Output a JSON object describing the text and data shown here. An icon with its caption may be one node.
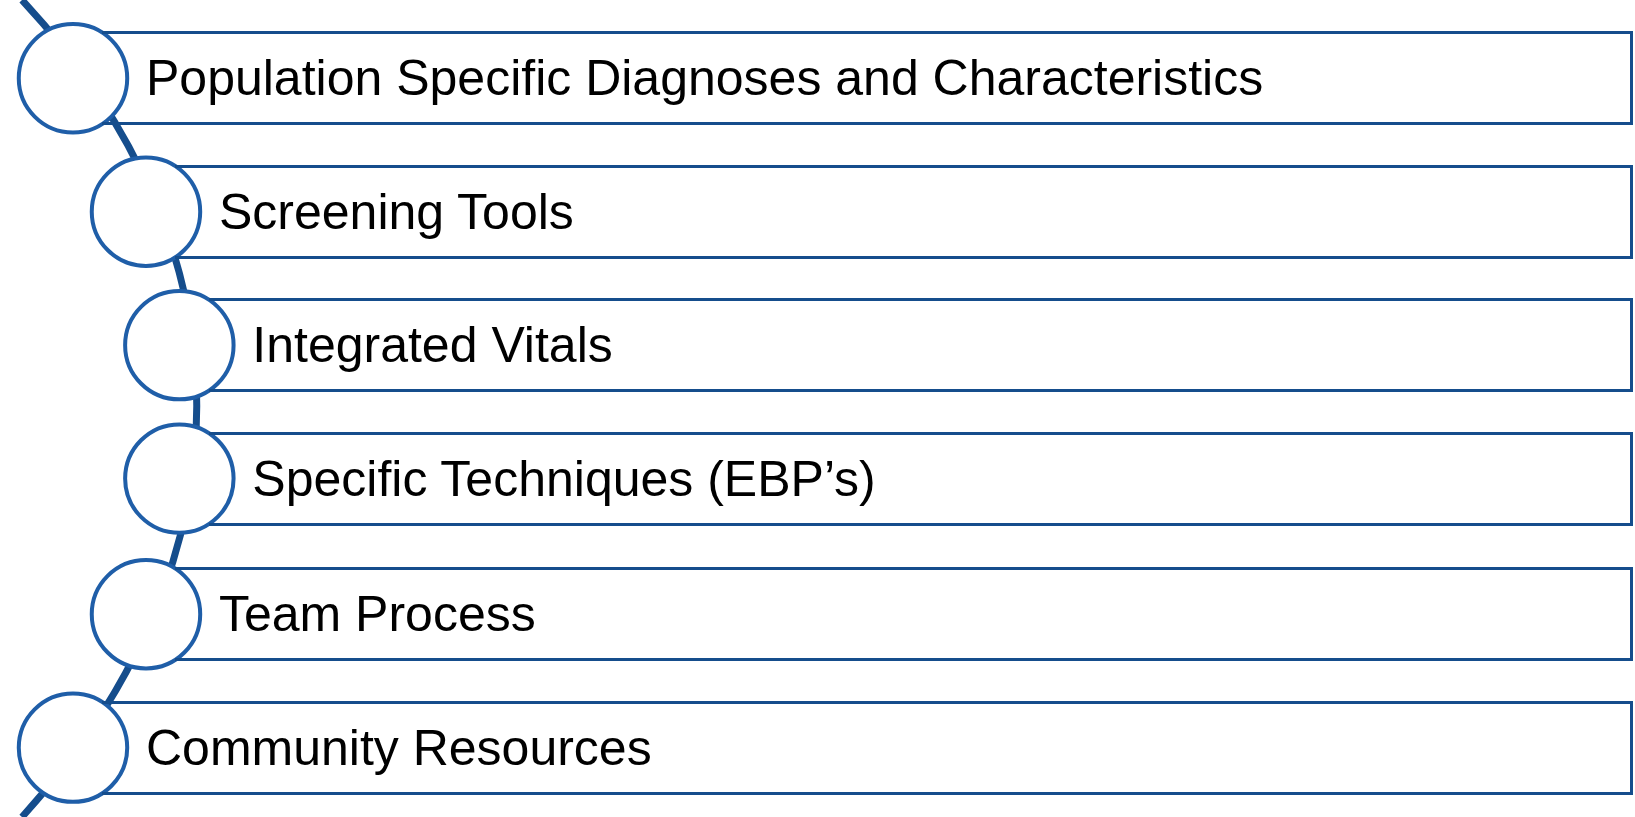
{
  "diagram": {
    "nodes": [
      {
        "text": [
          "Population Specific Diagnoses and Characteristics"
        ]
      },
      {
        "text": [
          "Screening Tools"
        ]
      },
      {
        "text": [
          "Integrated Vitals"
        ]
      },
      {
        "text": [
          "Specific Techniques (EBP’s)"
        ]
      },
      {
        "text": [
          "Team Process"
        ]
      },
      {
        "text": [
          "Community Resources"
        ]
      }
    ]
  }
}
